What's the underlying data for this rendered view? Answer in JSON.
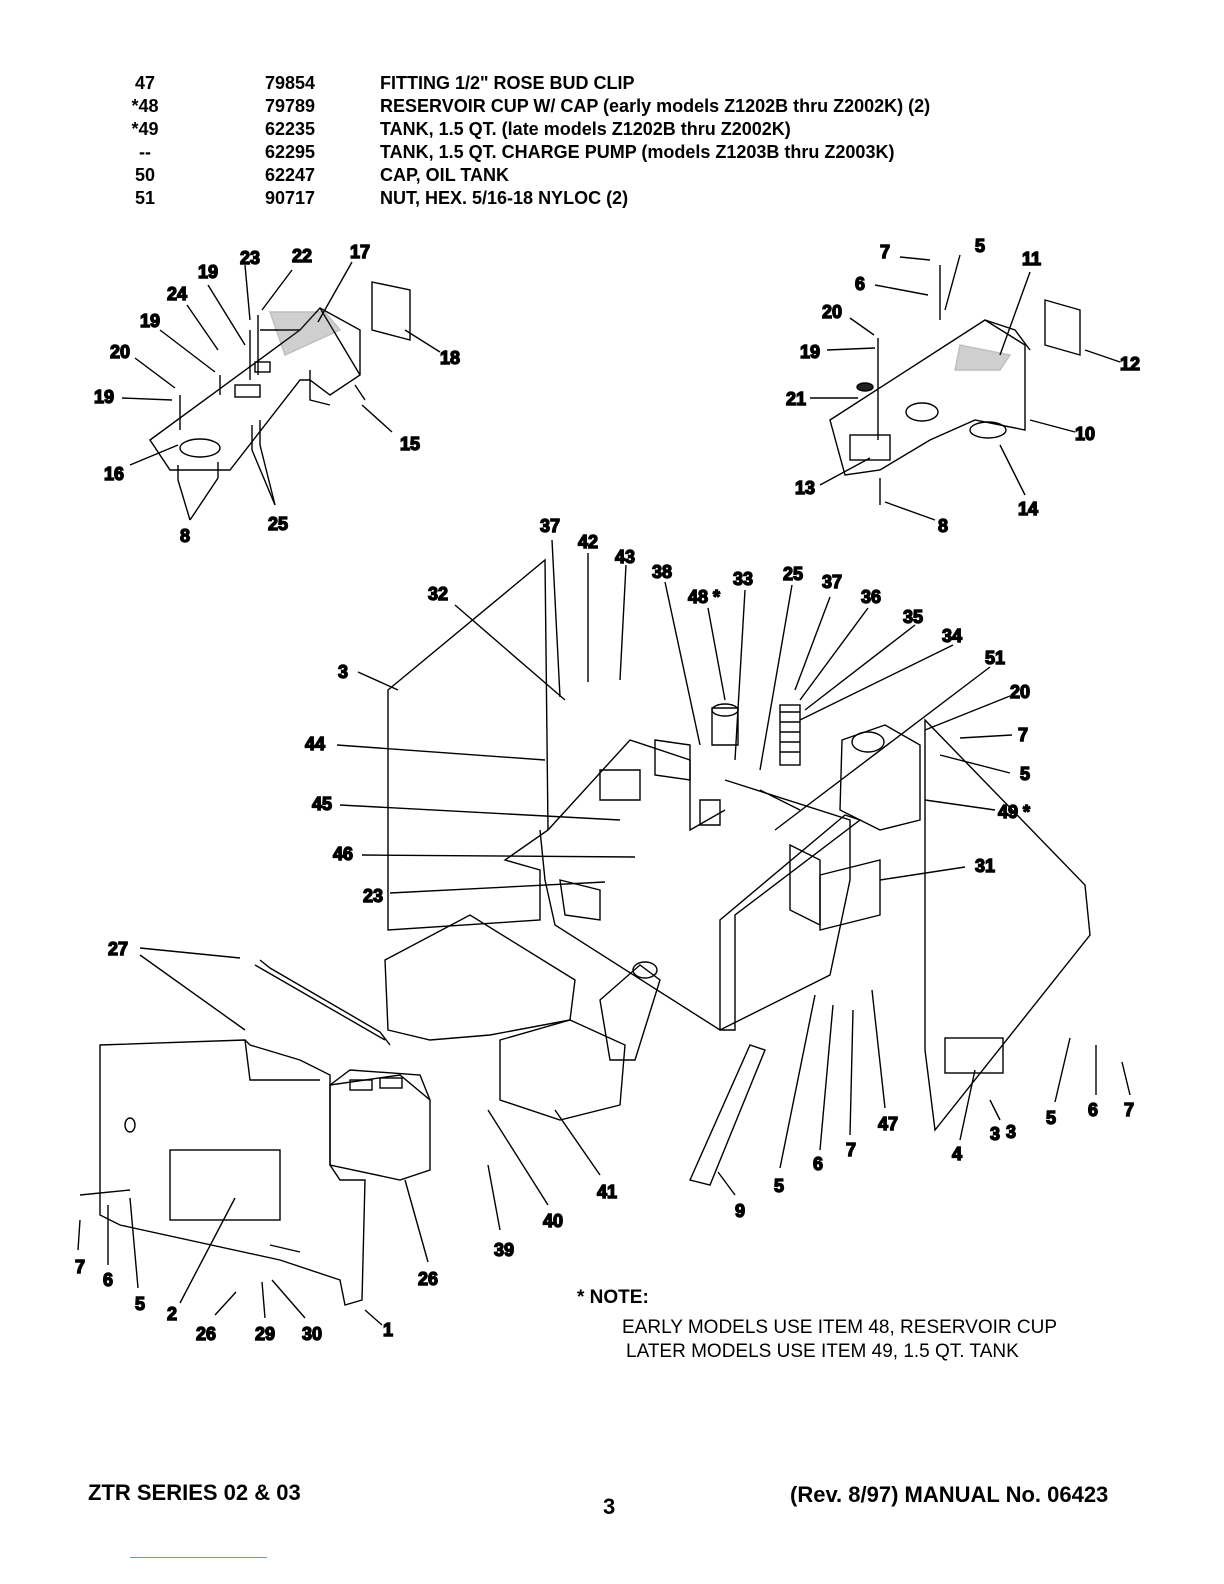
{
  "parts_table": [
    {
      "item": "47",
      "part": "79854",
      "description": "FITTING 1/2\" ROSE BUD CLIP"
    },
    {
      "item": "*48",
      "part": "79789",
      "description": "RESERVOIR CUP W/ CAP (early models Z1202B thru Z2002K) (2)"
    },
    {
      "item": "*49",
      "part": "62235",
      "description": "TANK, 1.5 QT. (late models Z1202B thru Z2002K)"
    },
    {
      "item": "--",
      "part": "62295",
      "description": "TANK, 1.5 QT. CHARGE PUMP (models Z1203B thru Z2003K)"
    },
    {
      "item": "50",
      "part": "62247",
      "description": "CAP, OIL TANK"
    },
    {
      "item": "51",
      "part": "90717",
      "description": "NUT, HEX. 5/16-18 NYLOC (2)"
    }
  ],
  "callouts": {
    "left_panel": [
      "23",
      "22",
      "17",
      "19",
      "24",
      "19",
      "20",
      "19",
      "18",
      "15",
      "16",
      "8",
      "25"
    ],
    "right_panel": [
      "7",
      "5",
      "11",
      "6",
      "20",
      "19",
      "12",
      "21",
      "10",
      "13",
      "14",
      "8"
    ],
    "main": [
      "37",
      "42",
      "43",
      "38",
      "33",
      "25",
      "37",
      "36",
      "32",
      "48 *",
      "35",
      "34",
      "51",
      "3",
      "20",
      "7",
      "44",
      "5",
      "45",
      "49 *",
      "46",
      "31",
      "23",
      "27",
      "3",
      "5",
      "6",
      "7",
      "47",
      "4",
      "3",
      "5",
      "6",
      "7",
      "41",
      "9",
      "40",
      "39",
      "26",
      "1",
      "7",
      "6",
      "5",
      "2",
      "26",
      "29",
      "30"
    ]
  },
  "note": {
    "title": "* NOTE:",
    "line1": "EARLY MODELS USE ITEM 48, RESERVOIR CUP",
    "line2": "LATER MODELS USE ITEM 49, 1.5 QT. TANK"
  },
  "footer": {
    "series": "ZTR SERIES 02 & 03",
    "page": "3",
    "manual": "(Rev. 8/97) MANUAL No. 06423"
  },
  "colors": {
    "ink": "#000000",
    "paper": "#ffffff",
    "rule": "#7a8fd0"
  }
}
